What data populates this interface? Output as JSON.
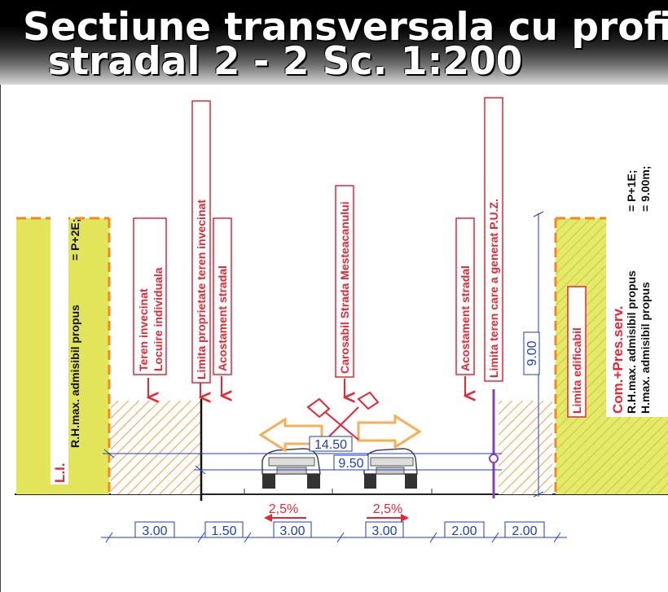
{
  "title": {
    "line1": "Sectiune transversala cu profil",
    "line2": "stradal 2 - 2 Sc. 1:200"
  },
  "labels": {
    "li_title": "L.I.",
    "li_rh": "R.H.max. admisibil propus",
    "li_rh_val": "= P+2E;",
    "teren_invecinat": "Teren invecinat",
    "locuire_individuala": "Locuire individuala",
    "limita_proprietate": "Limita proprietate teren invecinat",
    "acostament_stradal_left": "Acostament stradal",
    "carosabil": "Carosabil Strada Mesteacanului",
    "acostament_stradal_right": "Acostament stradal",
    "limita_teren_puz": "Limita teren care a generat P.U.Z.",
    "limita_edificabil": "Limita edificabil",
    "com_title": "Com.+Pres.serv.",
    "com_rh": "R.H.max. admisibil propus",
    "com_rh_val": "= P+1E;",
    "com_h": "H.max. admisibil propus",
    "com_h_val": "= 9.00m;"
  },
  "dimensions": {
    "height_900": "9.00",
    "width_1450": "14.50",
    "width_950": "9.50",
    "seg_1": "3.00",
    "seg_2": "1.50",
    "seg_3": "3.00",
    "seg_4": "3.00",
    "seg_5": "2.00",
    "seg_6": "2.00"
  },
  "slopes": {
    "left": "2,5%",
    "right": "2,5%"
  },
  "colors": {
    "label_red": "#e82636",
    "dimension_blue": "#1c3fbf",
    "building_yellow": "#e2e45a",
    "hatch_orange": "#f0a040",
    "arrow_orange": "#f5b056"
  }
}
